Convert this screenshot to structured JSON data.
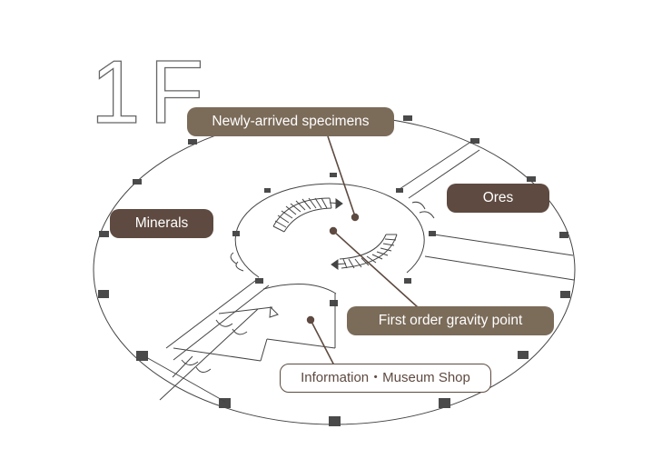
{
  "floor": {
    "number": "1F"
  },
  "labels": {
    "newly_arrived": "Newly-arrived specimens",
    "ores": "Ores",
    "minerals": "Minerals",
    "gravity_point": "First order gravity point",
    "info_shop": "Information・Museum Shop"
  },
  "colors": {
    "line": "#444444",
    "pillar": "#4a4a4a",
    "label_olive": "#7b6b59",
    "label_brown": "#5e4a40",
    "marker": "#5e4a40"
  }
}
